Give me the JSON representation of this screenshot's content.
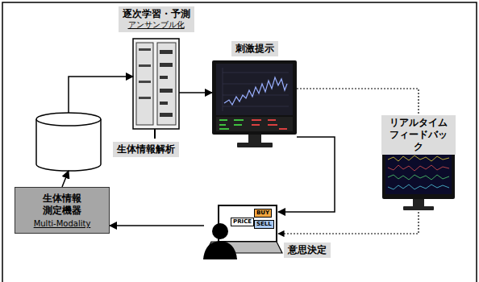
{
  "diagram": {
    "nodes": [
      {
        "text": [
          "逐次学習・予測",
          "アンサンブル化"
        ]
      },
      {
        "text": [
          "刺激提示"
        ]
      },
      {
        "text": [
          "生体情報解析"
        ]
      },
      {
        "text": [
          "リアルタイム フィードバック"
        ]
      },
      {
        "text": [
          "生体情報 測定機器",
          "Multi-Modality"
        ]
      },
      {
        "text": [
          "意思決定"
        ]
      }
    ],
    "edges": [
      {
        "from": 2,
        "to": 0,
        "arrow": "to"
      },
      {
        "from": 0,
        "to": 1,
        "arrow": "to"
      },
      {
        "from": 1,
        "to": 5,
        "arrow": "to"
      },
      {
        "from": 5,
        "to": 4,
        "arrow": "to"
      },
      {
        "from": 4,
        "to": 2,
        "arrow": "to"
      },
      {
        "from": 1,
        "to": 3,
        "arrow": "none"
      },
      {
        "from": 3,
        "to": 5,
        "arrow": "to"
      }
    ],
    "labels": [
      "PRICE",
      "BUY",
      "SELL"
    ]
  }
}
